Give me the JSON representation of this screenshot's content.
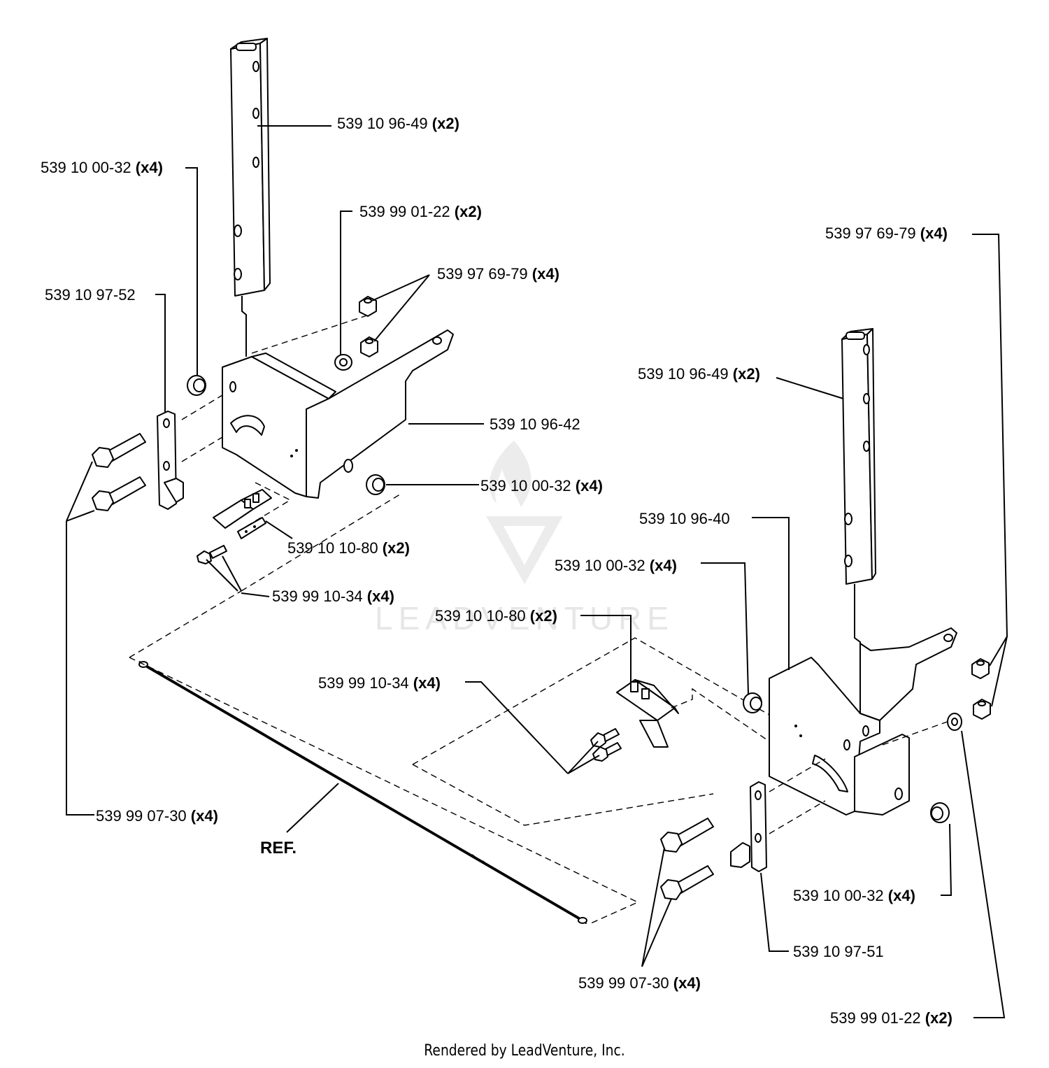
{
  "watermark": "LEADVENTURE",
  "footer": "Rendered by LeadVenture, Inc.",
  "ref_label": "REF.",
  "callouts": {
    "l_handle": {
      "part": "539 10 96-49",
      "qty": "(x2)"
    },
    "l_bushing_top": {
      "part": "539 10 00-32",
      "qty": "(x4)"
    },
    "l_washer": {
      "part": "539 99 01-22",
      "qty": "(x2)"
    },
    "l_nut": {
      "part": "539 97 69-79",
      "qty": "(x4)"
    },
    "l_plate": {
      "part": "539 10 97-52",
      "qty": ""
    },
    "l_bracket": {
      "part": "539 10 96-42",
      "qty": ""
    },
    "l_bushing_bottom": {
      "part": "539 10 00-32",
      "qty": "(x4)"
    },
    "l_switch": {
      "part": "539 10 10-80",
      "qty": "(x2)"
    },
    "l_screw": {
      "part": "539 99 10-34",
      "qty": "(x4)"
    },
    "l_bolt": {
      "part": "539 99 07-30",
      "qty": "(x4)"
    },
    "r_nut": {
      "part": "539 97 69-79",
      "qty": "(x4)"
    },
    "r_handle": {
      "part": "539 10 96-49",
      "qty": "(x2)"
    },
    "r_bracket": {
      "part": "539 10 96-40",
      "qty": ""
    },
    "r_bushing_top": {
      "part": "539 10 00-32",
      "qty": "(x4)"
    },
    "r_switch": {
      "part": "539 10 10-80",
      "qty": "(x2)"
    },
    "r_screw": {
      "part": "539 99 10-34",
      "qty": "(x4)"
    },
    "r_bushing_bottom": {
      "part": "539 10 00-32",
      "qty": "(x4)"
    },
    "r_plate": {
      "part": "539 10 97-51",
      "qty": ""
    },
    "r_bolt": {
      "part": "539 99 07-30",
      "qty": "(x4)"
    },
    "r_washer": {
      "part": "539 99 01-22",
      "qty": "(x2)"
    }
  }
}
